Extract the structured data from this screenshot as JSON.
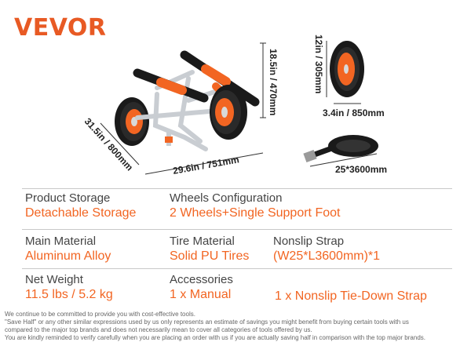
{
  "brand": {
    "logo_text": "VEVOR"
  },
  "dimensions": {
    "cart_height": "18.5in / 470mm",
    "cart_depth": "31.5in / 800mm",
    "cart_width": "29.6in / 751mm",
    "wheel_diameter": "12in / 305mm",
    "wheel_width": "3.4in / 850mm",
    "strap_size": "25*3600mm"
  },
  "specs": {
    "product_storage": {
      "label": "Product Storage",
      "value": "Detachable Storage"
    },
    "wheels_configuration": {
      "label": "Wheels Configuration",
      "value": "2 Wheels+Single Support Foot"
    },
    "main_material": {
      "label": "Main Material",
      "value": "Aluminum Alloy"
    },
    "tire_material": {
      "label": "Tire Material",
      "value": "Solid PU Tires"
    },
    "nonslip_strap": {
      "label": "Nonslip Strap",
      "value": "(W25*L3600mm)*1"
    },
    "net_weight": {
      "label": "Net Weight",
      "value": "11.5 lbs / 5.2 kg"
    },
    "accessories": {
      "label": "Accessories",
      "value_1": "1 x Manual",
      "value_2": "1 x Nonslip Tie-Down Strap"
    }
  },
  "disclaimer": {
    "line_1": "We continue to be committed to provide you with cost-effective tools.",
    "line_2": "\"Save Half\" or any other similar expressions used by us only represents an estimate of savings you might benefit from buying certain tools with us",
    "line_3": "compared to the major top brands and does not necessarily mean to cover all categories of tools offered by us.",
    "line_4": "You are kindly reminded to verify carefully when you are placing an order with us if you are actually saving half in comparison with the top major brands."
  },
  "colors": {
    "accent": "#f26522",
    "brand": "#e85a24",
    "tire": "#1a1a1a",
    "frame": "#c9cdd2"
  }
}
